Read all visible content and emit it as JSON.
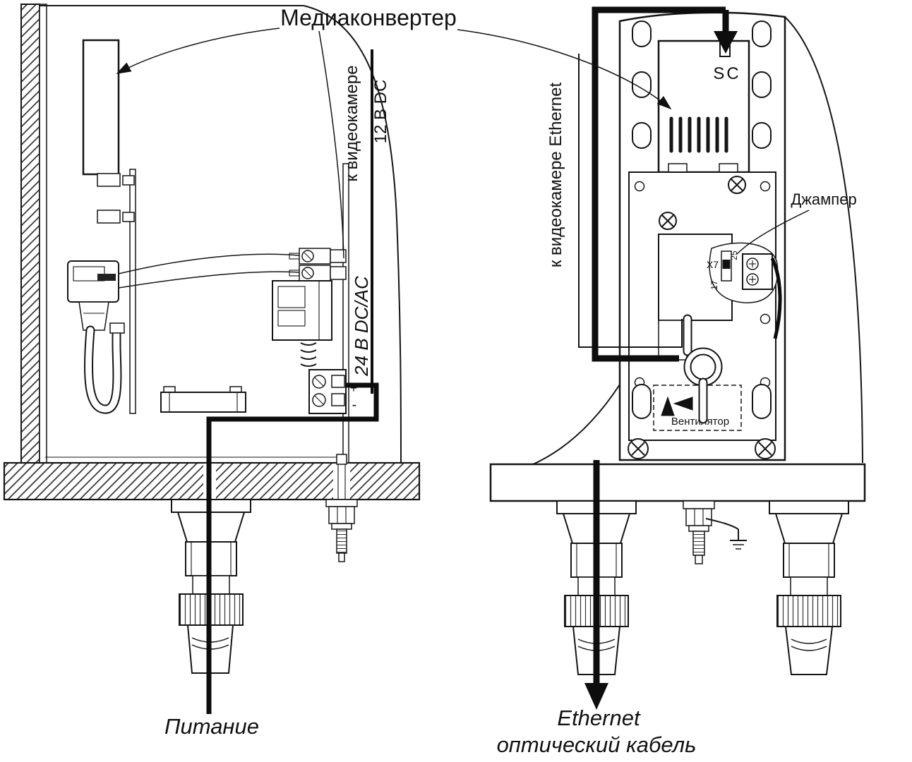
{
  "diagram": {
    "title": "Медиаконвертер",
    "side_view": {
      "to_camera_label": "к видеокамере",
      "dc12_label": "12 В DC",
      "dc24_label": "24 В DC/AC",
      "plus_label": "+",
      "minus_label": "-",
      "power_cable_label": "Питание"
    },
    "front_view": {
      "to_camera_ethernet_label": "к видеокамере Ethernet",
      "sc_port_label": "SC",
      "jumper_label": "Джампер",
      "jumper_ref": "X7",
      "jumper_pin_17": "17",
      "jumper_pin_25": "25",
      "fan_label": "Вентилятор",
      "ethernet_cable_label_line1": "Ethernet",
      "ethernet_cable_label_line2": "оптический кабель"
    },
    "colors": {
      "line": "#151515",
      "cable": "#0d0d0d",
      "background": "#ffffff"
    }
  }
}
